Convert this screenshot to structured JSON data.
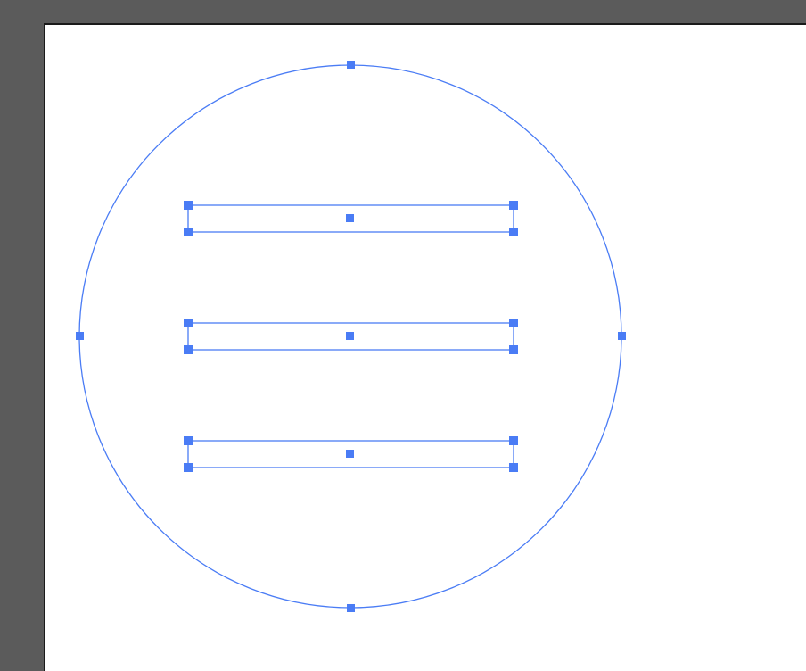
{
  "app": {
    "workspace_color": "#5b5b5b",
    "artboard_color": "#ffffff",
    "artboard_border_color": "#1a1a1a",
    "selection_color": "#4a7cf5"
  },
  "canvas": {
    "objects": [
      {
        "type": "ellipse",
        "name": "circle-path"
      },
      {
        "type": "rect",
        "name": "top-bar-rect"
      },
      {
        "type": "rect",
        "name": "middle-bar-rect"
      },
      {
        "type": "rect",
        "name": "bottom-bar-rect"
      }
    ]
  }
}
